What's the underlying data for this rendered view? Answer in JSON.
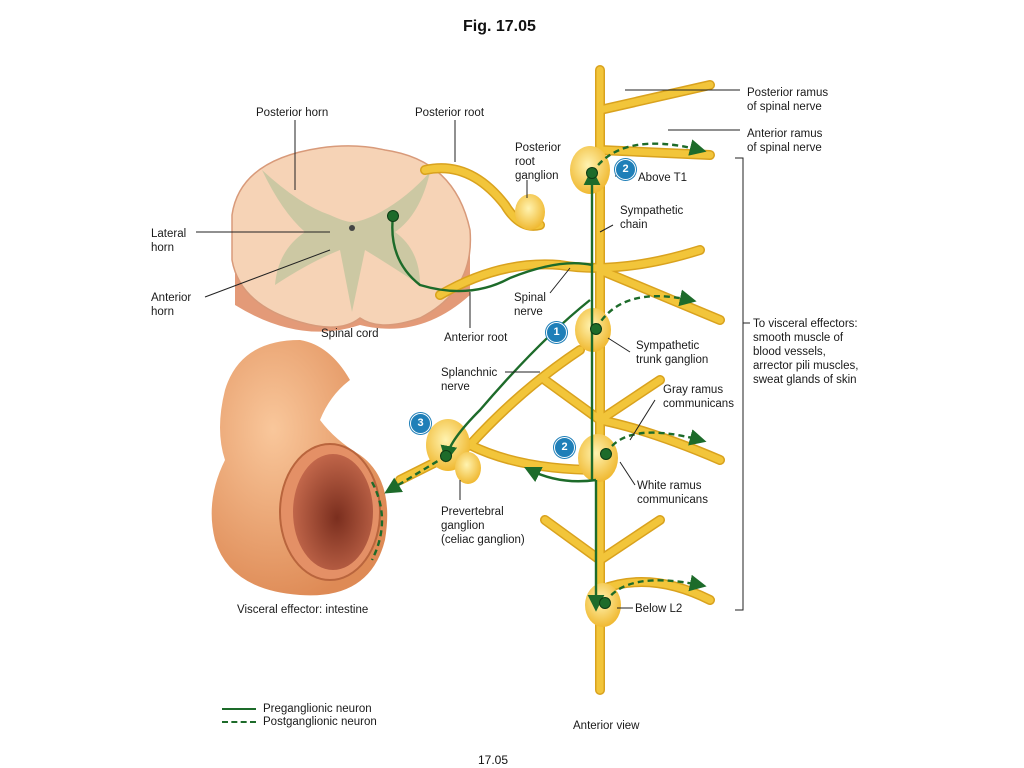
{
  "title": "Fig. 17.05",
  "footer": "17.05",
  "view_label": "Anterior view",
  "labels": {
    "posterior_horn": "Posterior horn",
    "posterior_root": "Posterior root",
    "posterior_root_ganglion": "Posterior\nroot\nganglion",
    "lateral_horn": "Lateral\nhorn",
    "anterior_horn": "Anterior\nhorn",
    "spinal_cord": "Spinal cord",
    "anterior_root": "Anterior root",
    "spinal_nerve": "Spinal\nnerve",
    "splanchnic_nerve": "Splanchnic\nnerve",
    "prevertebral_ganglion": "Prevertebral\nganglion\n(celiac ganglion)",
    "visceral_effector": "Visceral effector: intestine",
    "posterior_ramus": "Posterior ramus\nof spinal nerve",
    "anterior_ramus": "Anterior ramus\nof spinal nerve",
    "above_t1": "Above T1",
    "sympathetic_chain": "Sympathetic\nchain",
    "sympathetic_trunk_ganglion": "Sympathetic\ntrunk ganglion",
    "gray_ramus": "Gray ramus\ncommunicans",
    "white_ramus": "White ramus\ncommunicans",
    "below_l2": "Below L2",
    "visceral_effectors": "To visceral effectors:\nsmooth muscle of\nblood vessels,\narrector pili muscles,\nsweat glands of skin"
  },
  "badges": {
    "b1": "1",
    "b2_top": "2",
    "b2_mid": "2",
    "b3": "3"
  },
  "legend": {
    "preganglionic": "Preganglionic neuron",
    "postganglionic": "Postganglionic neuron"
  },
  "colors": {
    "nerve": "#f2c53a",
    "nerve_edge": "#d9a21e",
    "neuron": "#1d6b2a",
    "badge": "#1f7fb8",
    "cord_outer": "#f4c7a8",
    "cord_grey": "#c9c7a2",
    "intestine": "#f0a872"
  }
}
